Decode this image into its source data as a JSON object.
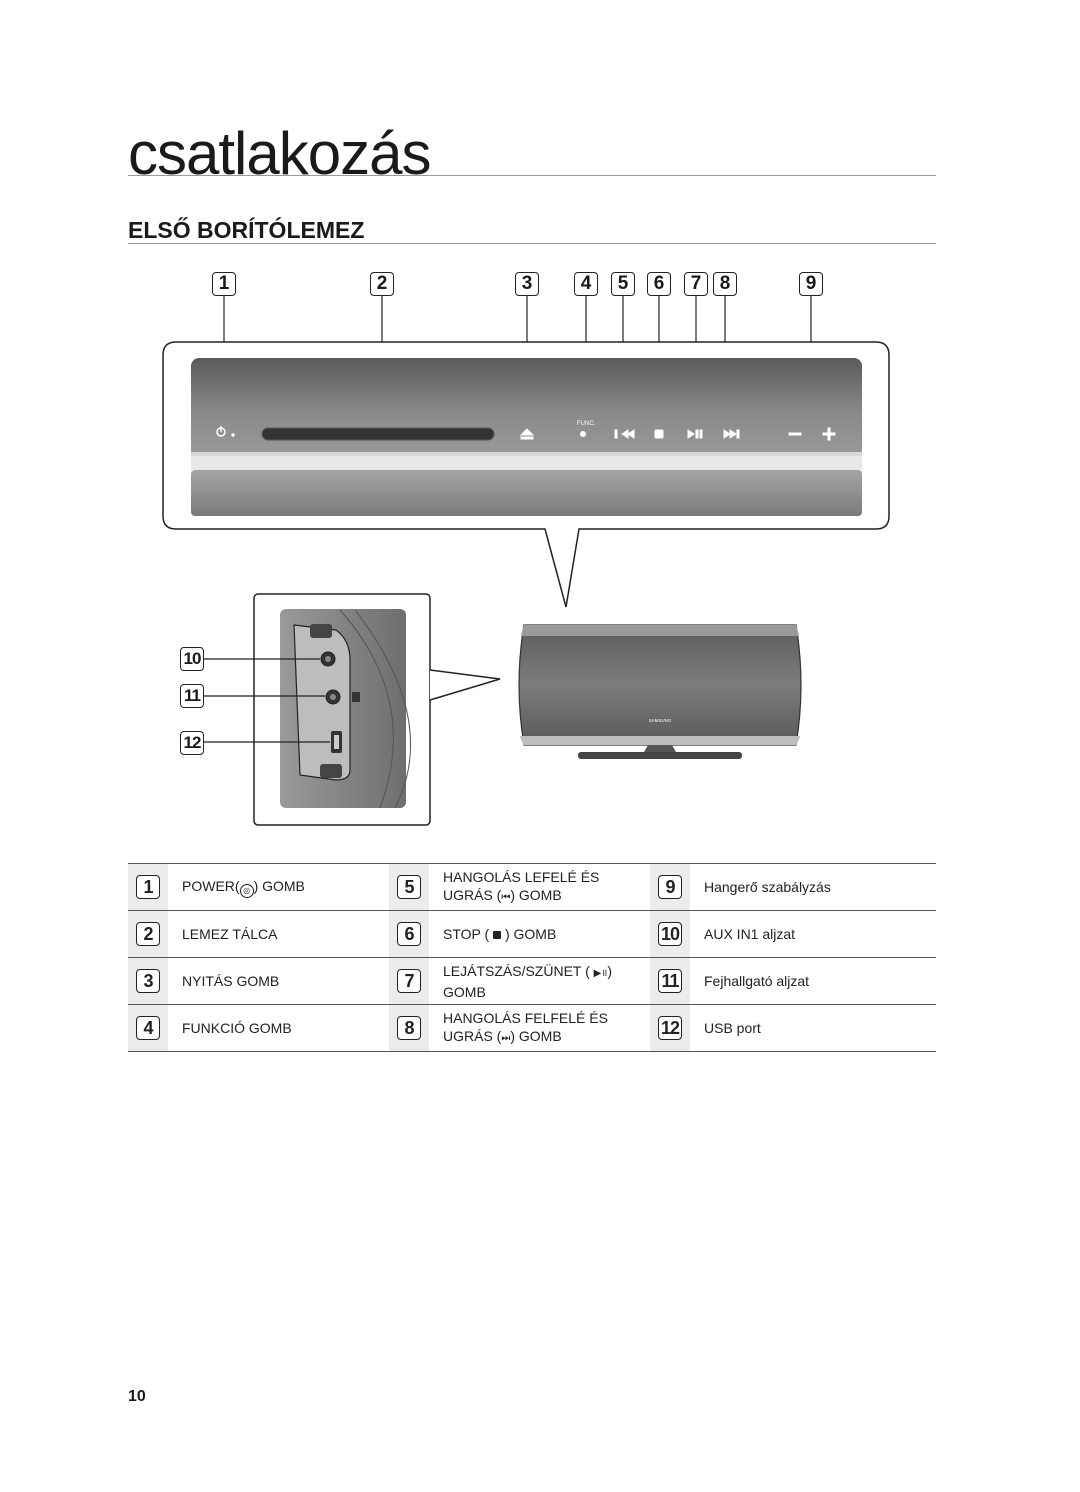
{
  "page": {
    "title": "csatlakozás",
    "section_title": "ELSŐ BORÍTÓLEMEZ",
    "page_number": "10"
  },
  "callouts": [
    "1",
    "2",
    "3",
    "4",
    "5",
    "6",
    "7",
    "8",
    "9",
    "10",
    "11",
    "12"
  ],
  "device": {
    "func_label": "FUNC.",
    "brand": "SAMSUNG"
  },
  "table": {
    "rows": [
      [
        {
          "num": "1",
          "text": "POWER(",
          "icon": "power-icon",
          "after": ") GOMB"
        },
        {
          "num": "5",
          "line1": "HANGOLÁS LEFELÉ ÉS",
          "line2_pre": "UGRÁS (",
          "icon": "skip-back-icon",
          "line2_post": ") GOMB"
        },
        {
          "num": "9",
          "text": "Hangerő szabályzás"
        }
      ],
      [
        {
          "num": "2",
          "text": "LEMEZ TÁLCA"
        },
        {
          "num": "6",
          "text": "STOP (",
          "icon": "stop-icon",
          "after": ") GOMB"
        },
        {
          "num": "10",
          "text": "AUX IN1 aljzat"
        }
      ],
      [
        {
          "num": "3",
          "text": "NYITÁS GOMB"
        },
        {
          "num": "7",
          "line1_pre": "LEJÁTSZÁS/SZÜNET (",
          "icon": "play-pause-icon",
          "line1_post": ")",
          "line2": "GOMB"
        },
        {
          "num": "11",
          "text": "Fejhallgató aljzat"
        }
      ],
      [
        {
          "num": "4",
          "text": "FUNKCIÓ GOMB"
        },
        {
          "num": "8",
          "line1": "HANGOLÁS FELFELÉ ÉS",
          "line2_pre": "UGRÁS (",
          "icon": "skip-forward-icon",
          "line2_post": ") GOMB"
        },
        {
          "num": "12",
          "text": "USB port"
        }
      ]
    ]
  }
}
